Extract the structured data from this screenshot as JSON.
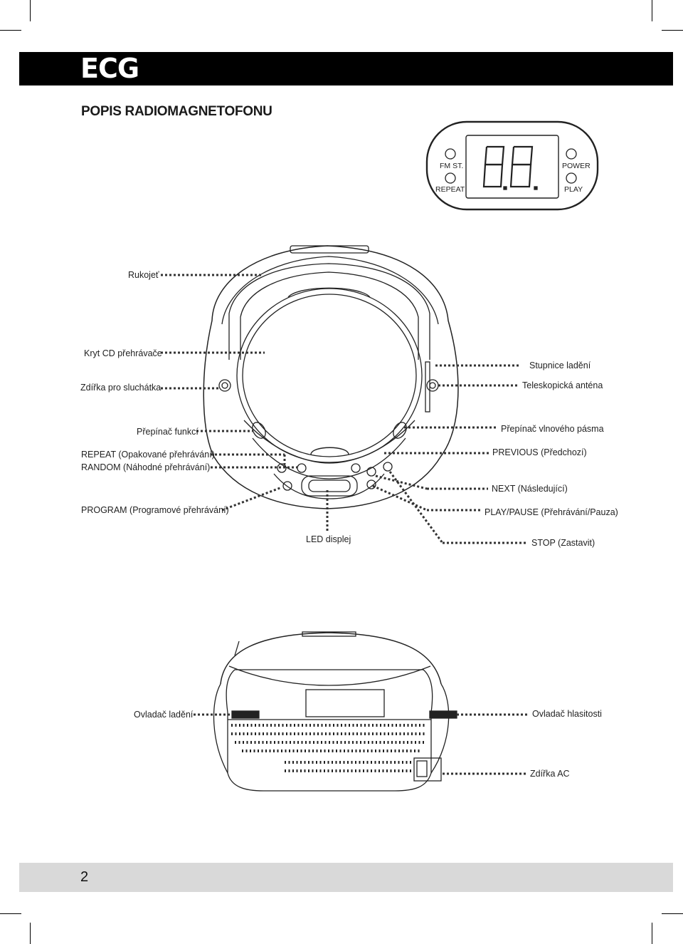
{
  "brand": "ECG",
  "title": "POPIS RADIOMAGNETOFONU",
  "display_panel": {
    "fm_st": "FM ST.",
    "repeat": "REPEAT",
    "power": "POWER",
    "play": "PLAY"
  },
  "labels": {
    "rukojet": "Rukojeť",
    "kryt_cd": "Kryt CD přehrávače",
    "zdirka_sluchatka": "Zdířka pro sluchátka",
    "stupnice_ladeni": "Stupnice ladění",
    "teleskopicka_antena": "Teleskopická anténa",
    "prepinac_funkci": "Přepínač funkcí",
    "repeat": "REPEAT (Opakované přehrávání)",
    "random": "RANDOM (Náhodné přehrávání)",
    "prepinac_vlnoveho_pasma": "Přepínač vlnového pásma",
    "previous": "PREVIOUS (Předchozí)",
    "next": "NEXT (Následující)",
    "program": "PROGRAM (Programové přehrávání)",
    "play_pause": "PLAY/PAUSE (Přehrávání/Pauza)",
    "led_displej": "LED displej",
    "stop": "STOP (Zastavit)",
    "ovladac_ladeni": "Ovladač ladění",
    "ovladac_hlasitosti": "Ovladač hlasitosti",
    "zdirka_ac": "Zdířka AC"
  },
  "page_number": "2"
}
